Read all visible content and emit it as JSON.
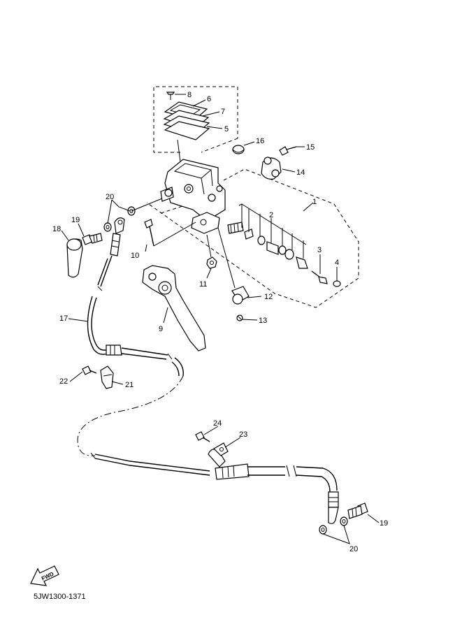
{
  "diagram": {
    "code": "5JW1300-1371",
    "fwd_label": "FWD",
    "callouts": {
      "c1": "1",
      "c2": "2",
      "c3": "3",
      "c4": "4",
      "c5": "5",
      "c6": "6",
      "c7": "7",
      "c8": "8",
      "c9": "9",
      "c10": "10",
      "c11": "11",
      "c12": "12",
      "c13": "13",
      "c14": "14",
      "c15": "15",
      "c16": "16",
      "c17": "17",
      "c18": "18",
      "c19a": "19",
      "c19b": "19",
      "c20a": "20",
      "c20b": "20",
      "c21": "21",
      "c22": "22",
      "c23": "23",
      "c24": "24"
    }
  }
}
